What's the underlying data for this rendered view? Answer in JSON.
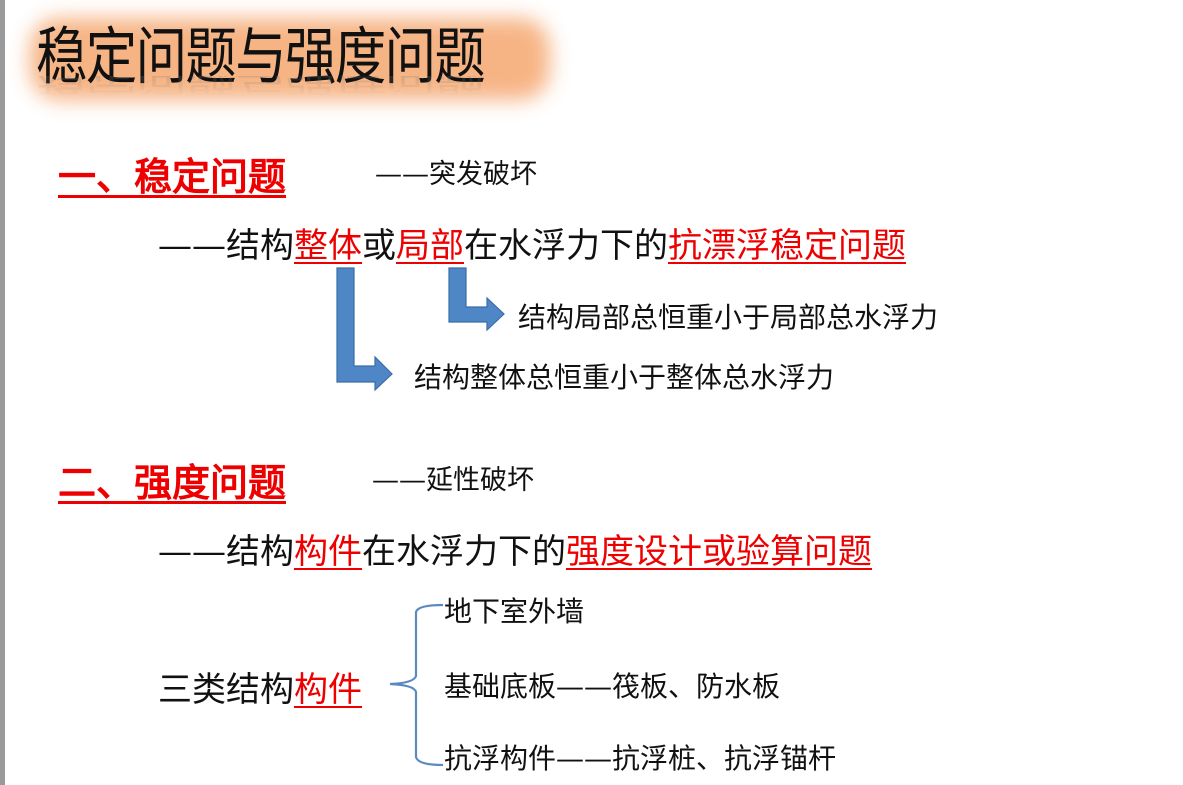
{
  "slide": {
    "title": "稳定问题与强度问题",
    "section1": {
      "heading": "一、稳定问题",
      "note": "——突发破坏",
      "line": {
        "prefix": "——结构",
        "hl1": "整体",
        "mid1": "或",
        "hl2": "局部",
        "mid2": "在水浮力下的",
        "hl3": "抗漂浮稳定问题"
      },
      "branches": [
        "结构局部总恒重小于局部总水浮力",
        "结构整体总恒重小于整体总水浮力"
      ]
    },
    "section2": {
      "heading": "二、强度问题",
      "note": "——延性破坏",
      "line": {
        "prefix": "——结构",
        "hl1": "构件",
        "mid1": "在水浮力下的",
        "hl2": "强度设计或验算问题"
      },
      "group_label_prefix": "三类结构",
      "group_label_hl": "构件",
      "items": [
        "地下室外墙",
        "基础底板——筏板、防水板",
        "抗浮构件——抗浮桩、抗浮锚杆"
      ]
    },
    "colors": {
      "highlight": "#ee0000",
      "arrow": "#4f86c6",
      "brace": "#5b8ac0",
      "title_glow": "#f6b07e"
    }
  }
}
